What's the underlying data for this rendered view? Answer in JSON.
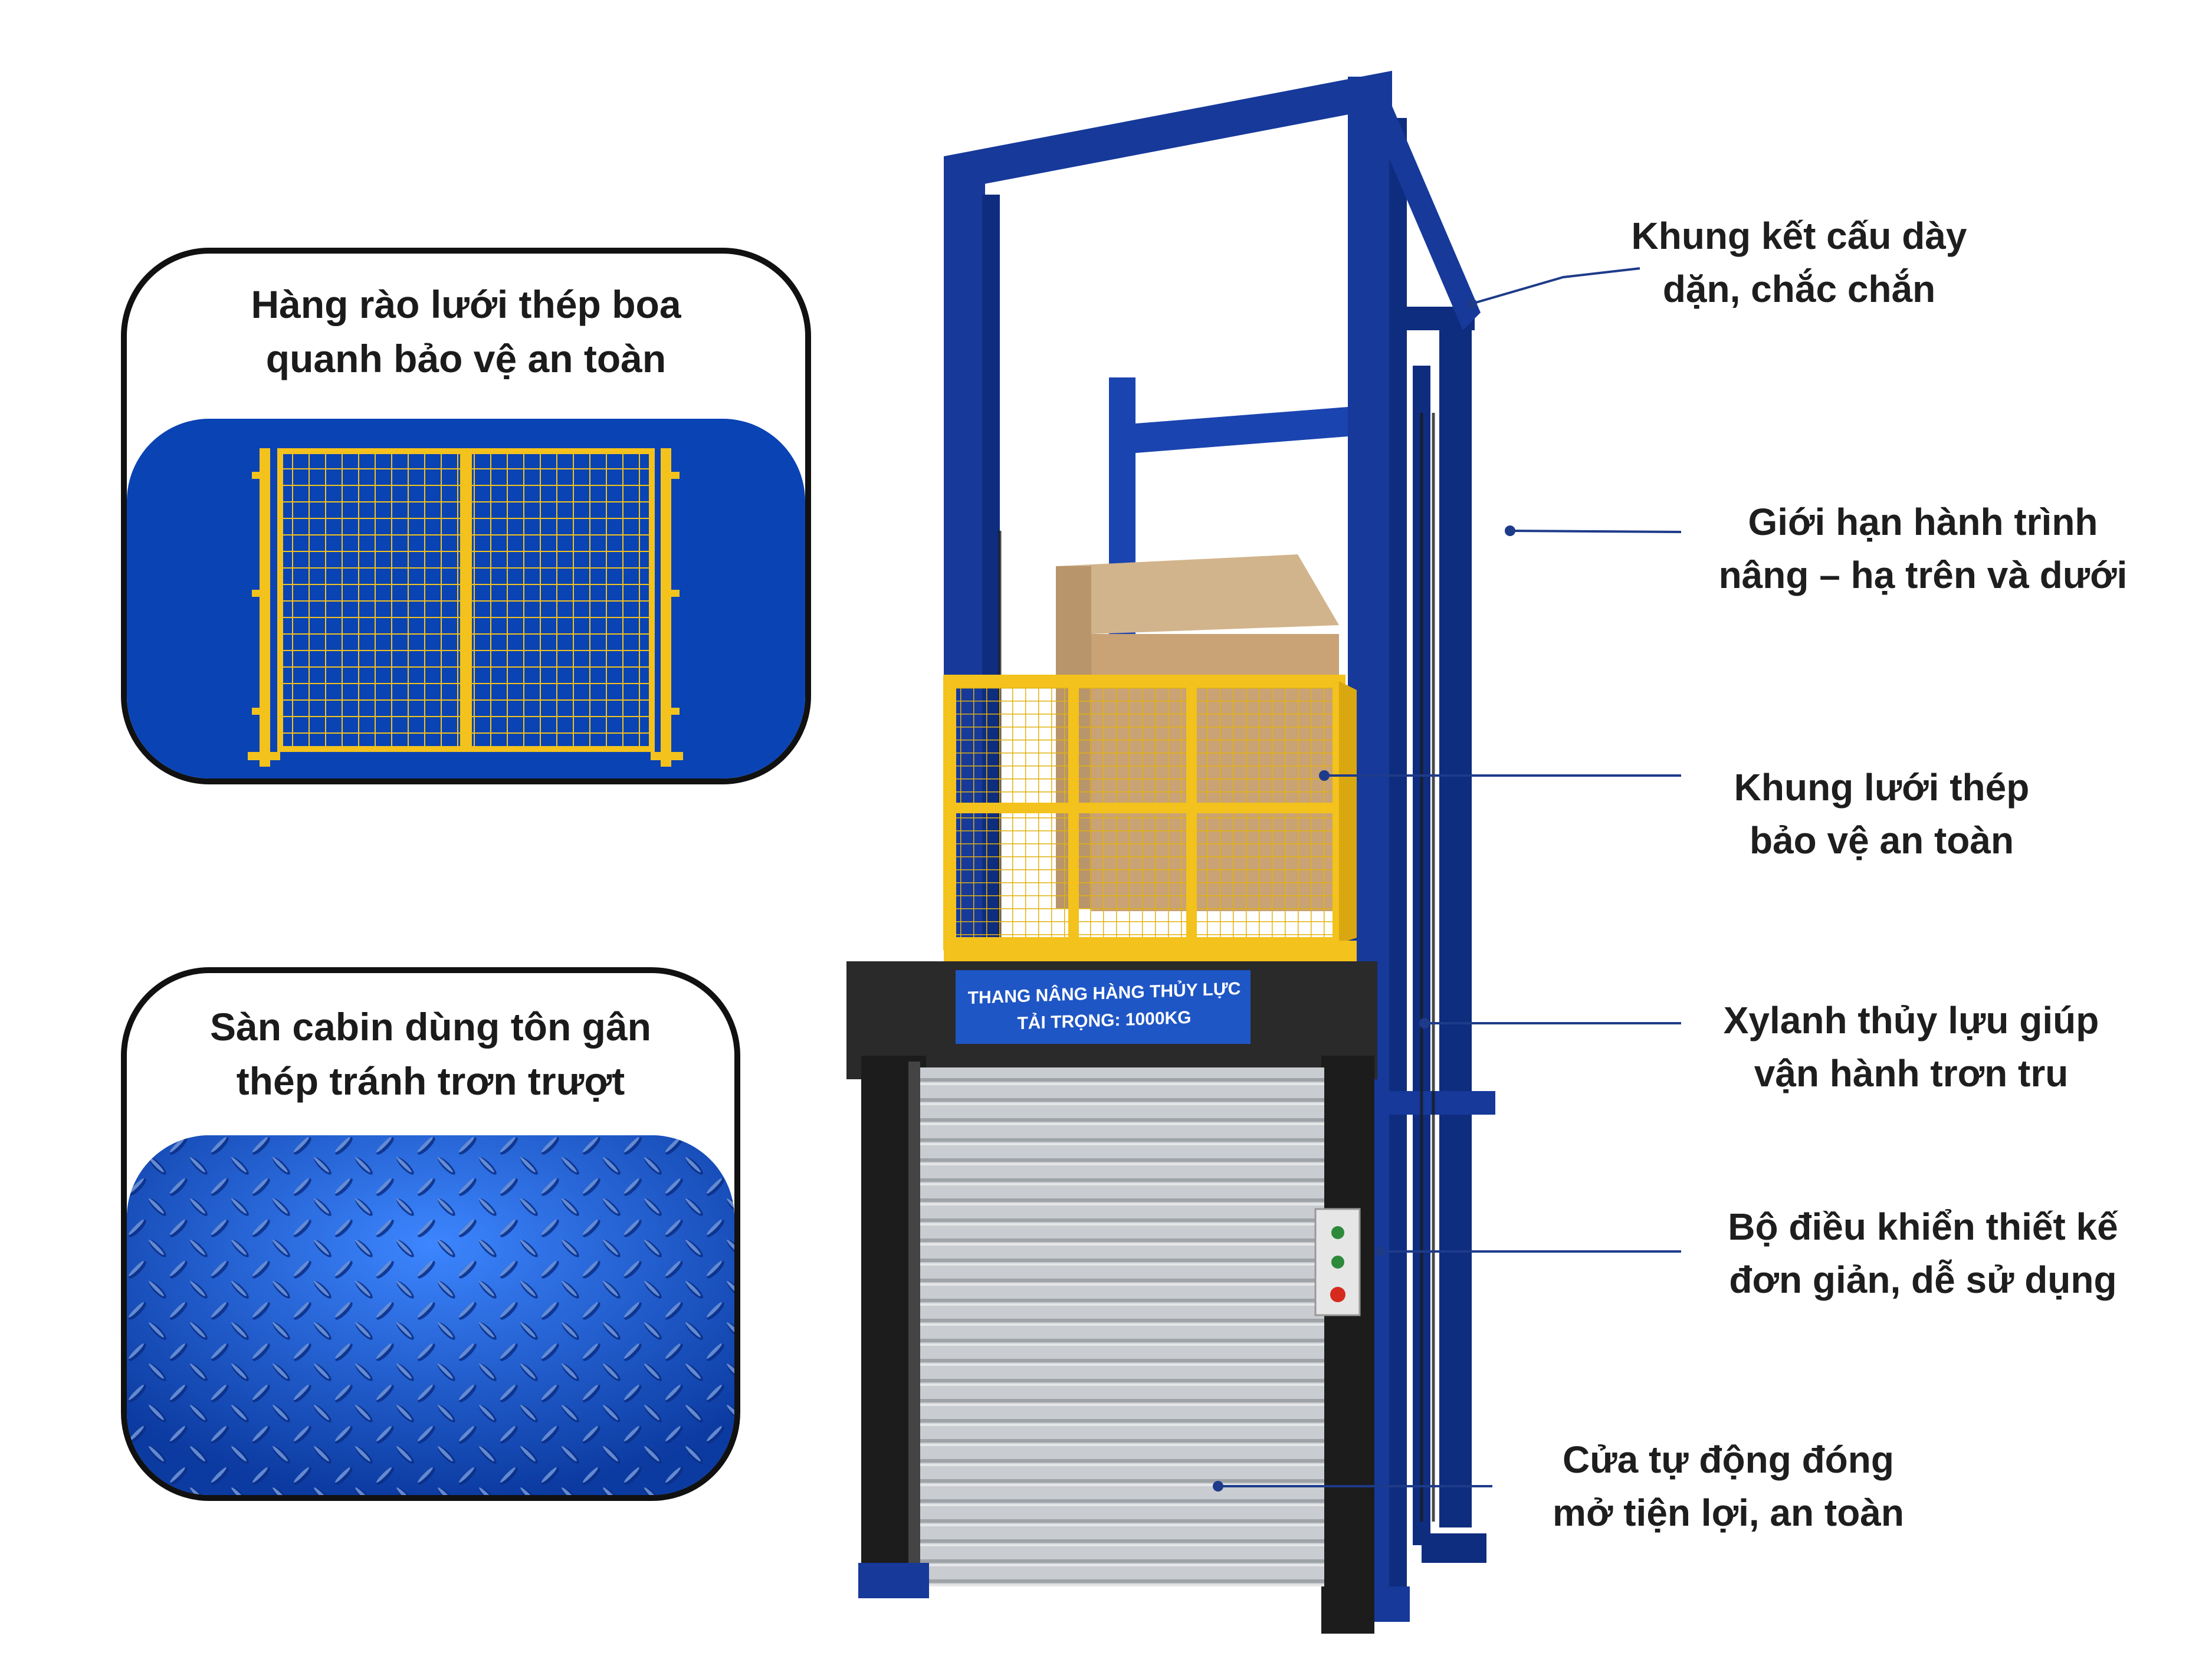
{
  "colors": {
    "frame_blue": "#16399a",
    "cage_yellow": "#f3c21c",
    "panel_blue": "#0a43b3",
    "leader_line": "#1e3b8a",
    "text_dark": "#1e1e1e",
    "box_border": "#111111"
  },
  "callouts": [
    {
      "title_line1": "Hàng rào lưới thép boa",
      "title_line2": "quanh bảo vệ an toàn",
      "image_icon": "yellow-mesh-fence-icon"
    },
    {
      "title_line1": "Sàn cabin dùng tôn gân",
      "title_line2": "thép tránh trơn trượt",
      "image_icon": "checker-plate-floor-icon"
    }
  ],
  "lift": {
    "sign_line1": "THANG NÂNG HÀNG THỦY LỰC",
    "sign_line2": "TẢI TRỌNG: 1000KG"
  },
  "features": [
    {
      "line1": "Khung kết cấu dày",
      "line2": "dặn, chắc chắn"
    },
    {
      "line1": "Giới hạn hành trình",
      "line2": "nâng – hạ trên và dưới"
    },
    {
      "line1": "Khung lưới thép",
      "line2": "bảo vệ an toàn"
    },
    {
      "line1": "Xylanh thủy lựu giúp",
      "line2": "vận hành trơn tru"
    },
    {
      "line1": "Bộ điều khiển thiết kế",
      "line2": "đơn giản, dễ sử dụng"
    },
    {
      "line1": "Cửa tự động đóng",
      "line2": "mở tiện lợi, an toàn"
    }
  ]
}
